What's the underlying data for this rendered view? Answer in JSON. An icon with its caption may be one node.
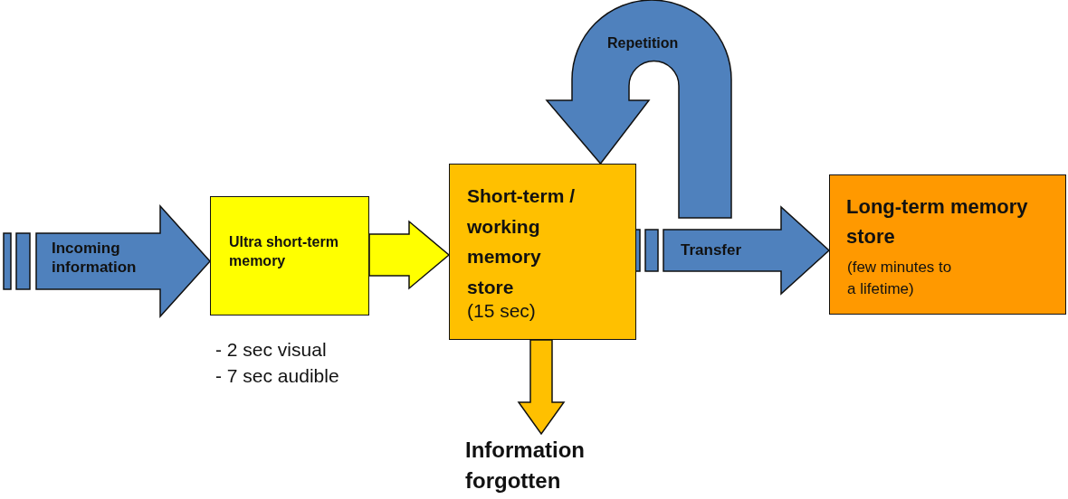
{
  "diagram": {
    "nodes": [
      {
        "text": [
          "Ultra short-term memory"
        ],
        "beside": [
          "- 2 sec visual",
          "- 7 sec audible"
        ]
      },
      {
        "text": [
          "Short-term / working memory store",
          "(15 sec)"
        ]
      },
      {
        "text": [
          "Long-term memory store",
          "(few minutes to a lifetime)"
        ]
      },
      {
        "text": [
          "Information forgotten"
        ]
      }
    ],
    "edges": [
      {
        "from": null,
        "to": 0,
        "arrow": "to",
        "label": "Incoming information"
      },
      {
        "from": 0,
        "to": 1,
        "arrow": "to",
        "color": "#ffff00"
      },
      {
        "from": 1,
        "to": 2,
        "arrow": "to",
        "label": "Transfer"
      },
      {
        "from": 1,
        "to": 1,
        "arrow": "to",
        "label": "Repetition"
      },
      {
        "from": 1,
        "to": 3,
        "arrow": "to",
        "color": "#ffc000"
      }
    ]
  }
}
